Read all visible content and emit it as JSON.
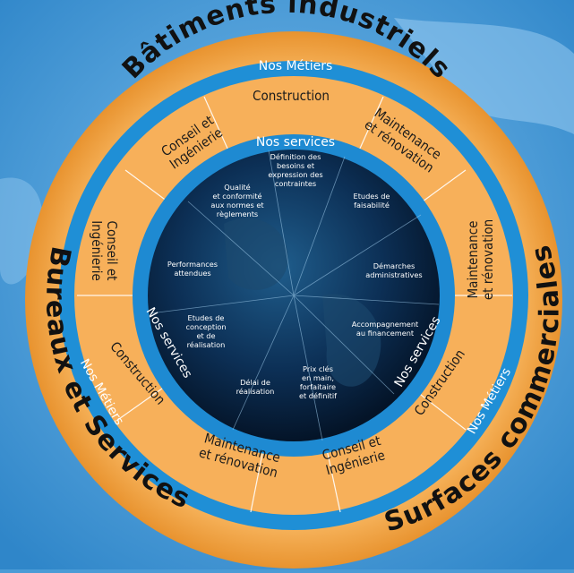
{
  "sectors": {
    "top": "Bâtiments industriels",
    "left": "Bureaux et Services",
    "right": "Surfaces commerciales"
  },
  "ring_labels": {
    "metiers": "Nos Métiers",
    "services": "Nos services"
  },
  "metiers": {
    "top": [
      "Construction",
      "Conseil et Ingénierie",
      "Maintenance et rénovation"
    ],
    "left": [
      "Conseil et Ingénierie",
      "Construction",
      "Maintenance et rénovation"
    ],
    "right": [
      "Maintenance et rénovation",
      "Construction",
      "Conseil et Ingénierie"
    ]
  },
  "services": [
    "Définition des besoins et expression des contraintes",
    "Etudes de faisabilité",
    "Démarches administratives",
    "Accompagnement au financement",
    "Prix clés en main, forfaitaire et définitif",
    "Délai de réalisation",
    "Etudes de conception et de réalisation",
    "Performances attendues",
    "Qualité et conformité aux normes et règlements"
  ],
  "colors": {
    "background": "#4a9bd6",
    "outer_ring": "#f2a84a",
    "blue_ring": "#1f8fd6",
    "metier_ring": "#f7b05a",
    "globe": "#0b2a4a"
  }
}
